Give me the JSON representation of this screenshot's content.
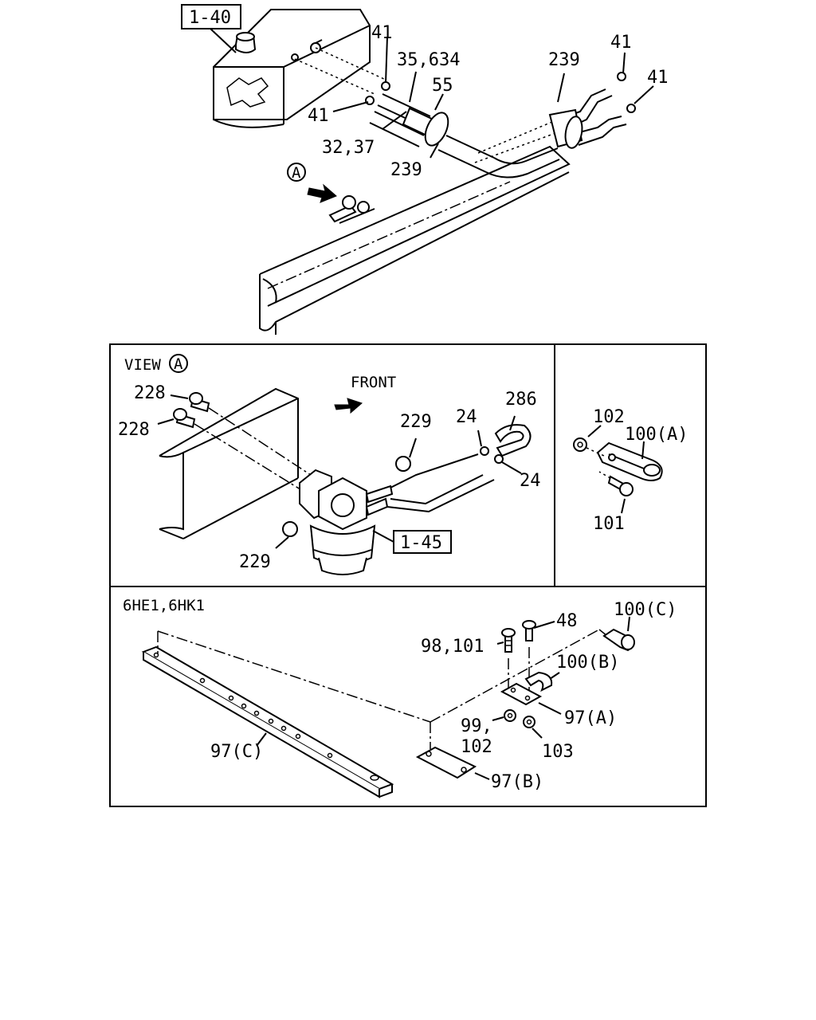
{
  "top": {
    "box_ref": "1-40",
    "circle_marker": "A",
    "labels": {
      "l41a": "41",
      "l35": "35,634",
      "l55": "55",
      "l41b": "41",
      "l3237": "32,37",
      "l239a": "239",
      "l239b": "239",
      "l41c": "41",
      "l41d": "41"
    }
  },
  "view_a": {
    "title_prefix": "VIEW",
    "title_marker": "A",
    "front_label": "FRONT",
    "box_ref": "1-45",
    "labels": {
      "l228a": "228",
      "l228b": "228",
      "l229a": "229",
      "l229b": "229",
      "l24a": "24",
      "l24b": "24",
      "l286": "286"
    }
  },
  "detail_panel": {
    "labels": {
      "l102": "102",
      "l100a": "100(A)",
      "l101": "101"
    }
  },
  "engine_panel": {
    "title": "6HE1,6HK1",
    "labels": {
      "l100c": "100(C)",
      "l48": "48",
      "l98101": "98,101",
      "l100b": "100(B)",
      "l97a": "97(A)",
      "l99": "99,",
      "l102": "102",
      "l103": "103",
      "l97b": "97(B)",
      "l97c": "97(C)"
    }
  }
}
